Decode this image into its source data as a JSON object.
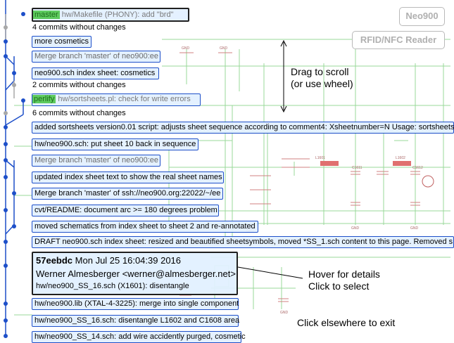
{
  "window": {
    "title": "Neo900",
    "subtitle": "RFID/NFC Reader"
  },
  "hints": {
    "drag_line1": "Drag to scroll",
    "drag_line2": "(or use wheel)",
    "hover_line1": "Hover for details",
    "hover_line2": "Click to select",
    "exit": "Click elsewhere to exit"
  },
  "commits": [
    {
      "branch": "master",
      "text": "hw/Makefile (PHONY): add \"brd\""
    },
    {
      "skip": "4 commits without changes"
    },
    {
      "text": "more cosmetics"
    },
    {
      "text": "Merge branch 'master' of neo900:ee"
    },
    {
      "text": "neo900.sch index sheet: cosmetics"
    },
    {
      "skip": "2 commits without changes"
    },
    {
      "branch": "perlify",
      "text": "hw/sortsheets.pl: check for write errors"
    },
    {
      "skip": "6 commits without changes"
    },
    {
      "text": "added sortsheets version0.01 script: adjusts sheet sequence according to comment4: Xsheetnumber=N Usage: sortsheets"
    },
    {
      "text": "hw/neo900.sch: put sheet 10 back in sequence"
    },
    {
      "text": "Merge branch 'master' of neo900:ee"
    },
    {
      "text": "updated index sheet text to show the real sheet names"
    },
    {
      "text": "Merge branch 'master' of ssh://neo900.org:22022/~/ee"
    },
    {
      "text": "cvt/README: document arc >= 180 degrees problem"
    },
    {
      "text": "moved schematics from index sheet to sheet 2 and re-annotated"
    },
    {
      "text": "DRAFT neo900.sch index sheet: resized and beautified sheetsymbols, moved *SS_1.sch content to this page. Removed s"
    },
    {
      "text": "hw/neo900.lib (XTAL-4-3225): merge into single component"
    },
    {
      "text": "hw/neo900_SS_16.sch: disentangle L1602 and C1608 area"
    },
    {
      "text": "hw/neo900_SS_14.sch: add wire accidently purged, cosmetic"
    }
  ],
  "detail": {
    "hash": "57eebdc",
    "date": "Mon Jul 25 16:04:39 2016",
    "author": "Werner Almesberger <werner@almesberger.net>",
    "message": "hw/neo900_SS_16.sch (X1601): disentangle"
  },
  "colors": {
    "accent": "#1d4fc9",
    "branch_label": "#5ecb5e",
    "schematic_wire": "#7fd37f",
    "schematic_part": "#c0392b",
    "graph_node": "#1d4fc9",
    "graph_skip": "#a8a8a8"
  }
}
